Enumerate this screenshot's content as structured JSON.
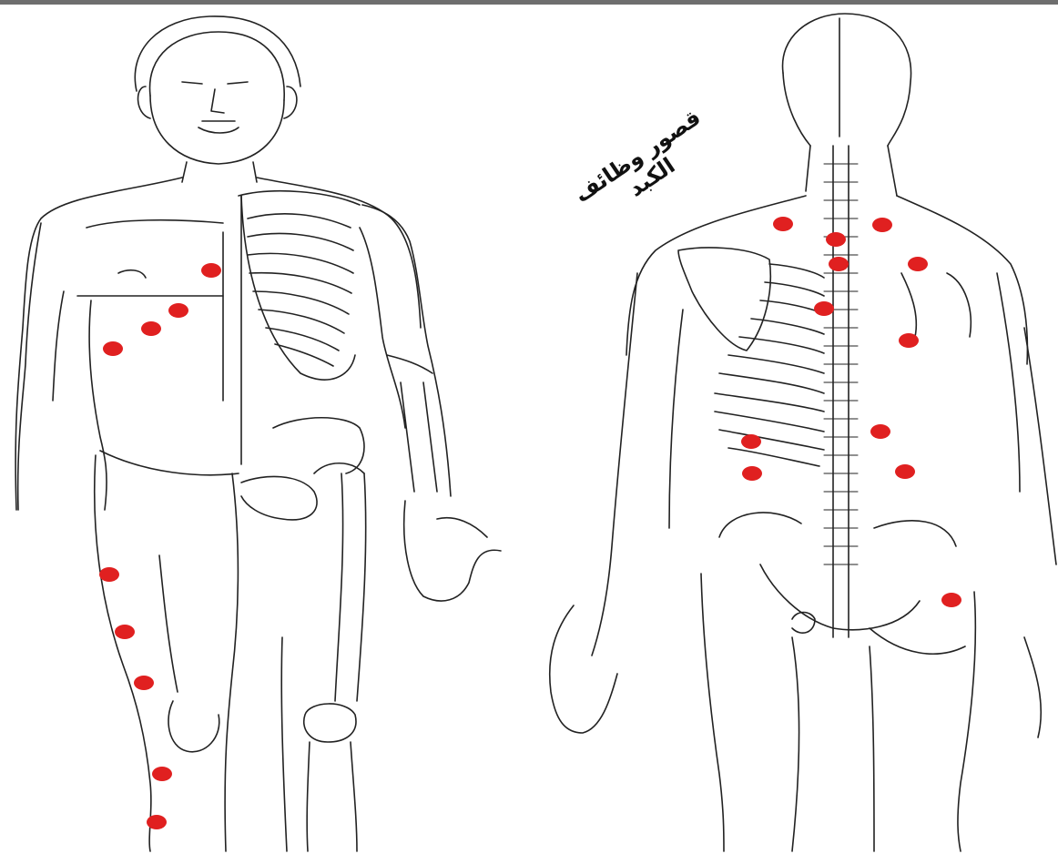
{
  "caption": "قصور وظائف الكبد",
  "colors": {
    "outline": "#222222",
    "point": "#e02020",
    "background": "#ffffff"
  },
  "figures": [
    {
      "name": "front-view"
    },
    {
      "name": "back-view"
    }
  ]
}
